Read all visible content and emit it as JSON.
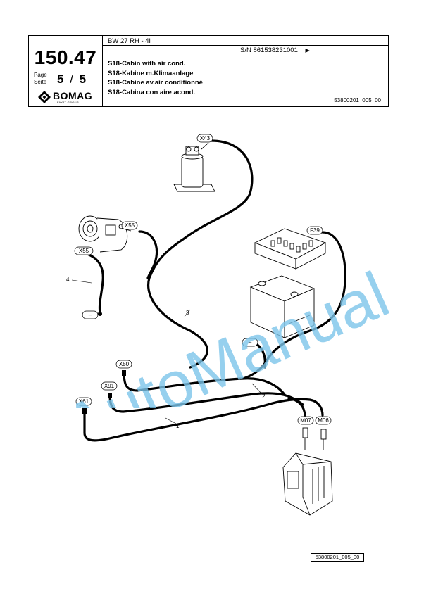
{
  "header": {
    "doc_number": "150.47",
    "page_label": "Page",
    "seite_label": "Seite",
    "page_current": "5",
    "page_sep": "/",
    "page_total": "5",
    "model": "BW 27 RH - 4i",
    "serial": "S/N 861538231001",
    "serial_arrow": "▶",
    "titles": [
      "S18-Cabin with air cond.",
      "S18-Kabine m.Klimaanlage",
      "S18-Cabine av.air conditionné",
      "S18-Cabina con aire acond."
    ],
    "drawing_number": "53800201_005_00",
    "logo_text": "BOMAG",
    "logo_sub": "FAYAT GROUP"
  },
  "diagram": {
    "connectors": {
      "x43": "X43",
      "x55_top": "X55",
      "x55_side": "X55",
      "f39": "F39",
      "x50": "X50",
      "x91": "X91",
      "x61": "X61",
      "m07": "M07",
      "m06": "M06",
      "dash_left": "–",
      "dash_right": "–"
    },
    "item_numbers": {
      "n1": "1",
      "n2": "2",
      "n3": "3",
      "n4": "4"
    }
  },
  "footer": {
    "drawing_number": "53800201_005_00"
  },
  "watermark": {
    "text": "AutoManual",
    "color": "#7cc4ea"
  }
}
